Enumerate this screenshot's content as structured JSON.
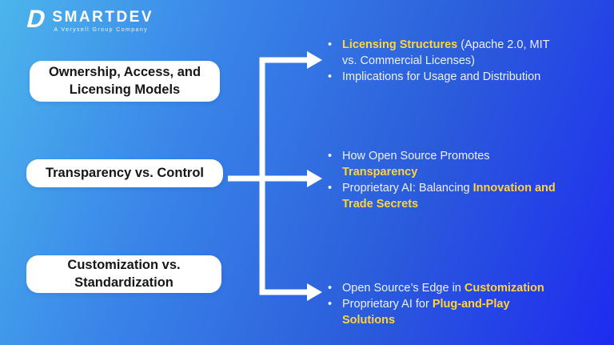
{
  "logo": {
    "icon_letter": "D",
    "brand": "SMARTDEV",
    "tagline": "A Verysell Group Company"
  },
  "colors": {
    "background_gradient_start": "#4cb5ec",
    "background_gradient_end": "#1e2bf0",
    "highlight": "#ffd43b",
    "box_background": "#ffffff",
    "box_text": "#161616",
    "body_text": "#edf1f8",
    "arrow": "#ffffff"
  },
  "rows": [
    {
      "box_label": "Ownership, Access, and Licensing Models",
      "bullets": [
        {
          "lines": [
            [
              {
                "text": "Licensing Structures",
                "highlight": true
              },
              {
                "text": " (Apache 2.0, MIT",
                "highlight": false
              }
            ],
            [
              {
                "text": "vs. Commercial Licenses)",
                "highlight": false
              }
            ]
          ]
        },
        {
          "lines": [
            [
              {
                "text": "Implications for Usage and Distribution",
                "highlight": false
              }
            ]
          ]
        }
      ]
    },
    {
      "box_label": "Transparency vs. Control",
      "bullets": [
        {
          "lines": [
            [
              {
                "text": "How Open Source Promotes",
                "highlight": false
              }
            ],
            [
              {
                "text": "Transparency",
                "highlight": true
              }
            ]
          ]
        },
        {
          "lines": [
            [
              {
                "text": "Proprietary AI: Balancing ",
                "highlight": false
              },
              {
                "text": "Innovation and",
                "highlight": true
              }
            ],
            [
              {
                "text": "Trade Secrets",
                "highlight": true
              }
            ]
          ]
        }
      ]
    },
    {
      "box_label": "Customization vs. Standardization",
      "bullets": [
        {
          "lines": [
            [
              {
                "text": "Open Source’s Edge in ",
                "highlight": false
              },
              {
                "text": "Customization",
                "highlight": true
              }
            ]
          ]
        },
        {
          "lines": [
            [
              {
                "text": "Proprietary AI for ",
                "highlight": false
              },
              {
                "text": "Plug-and-Play",
                "highlight": true
              }
            ],
            [
              {
                "text": "Solutions",
                "highlight": true
              }
            ]
          ]
        }
      ]
    }
  ],
  "glyphs": {
    "bullet": "•"
  }
}
